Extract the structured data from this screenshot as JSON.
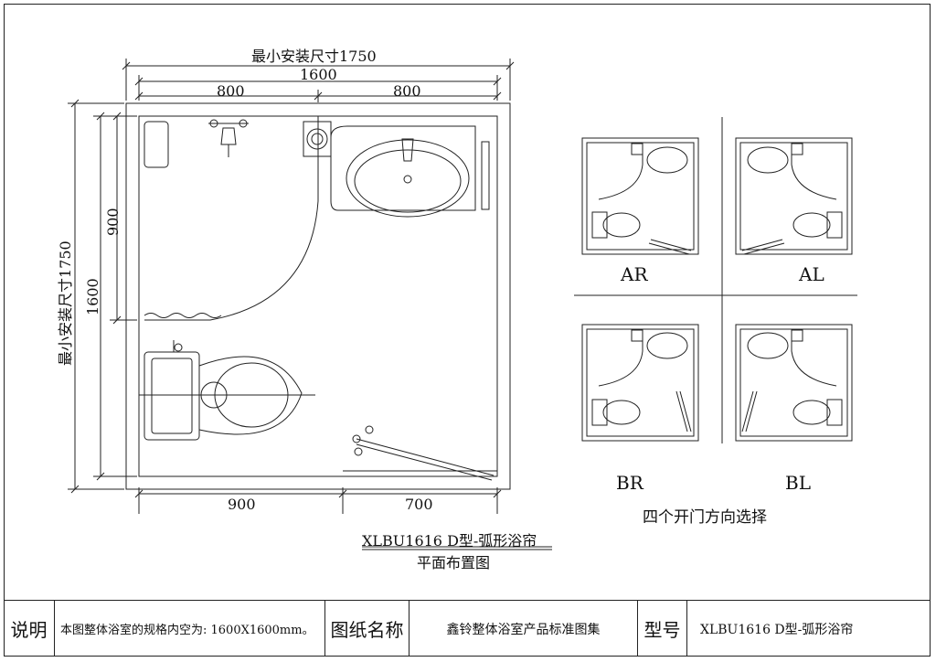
{
  "main_plan": {
    "min_install_top": "最小安装尺寸1750",
    "inner_top": "1600",
    "top_left_half": "800",
    "top_right_half": "800",
    "min_install_left": "最小安装尺寸1750",
    "inner_left": "1600",
    "left_upper": "900",
    "bottom_left": "900",
    "bottom_right": "700"
  },
  "caption": {
    "model_line": "XLBU1616 D型-弧形浴帘",
    "plan_line": "平面布置图"
  },
  "door_options": {
    "labels": [
      "AR",
      "AL",
      "BR",
      "BL"
    ],
    "caption": "四个开门方向选择"
  },
  "title_block": {
    "note_header": "说明",
    "note_text": "本图整体浴室的规格内空为: 1600X1600mm。",
    "drawing_name_header": "图纸名称",
    "drawing_name_value": "鑫铃整体浴室产品标准图集",
    "model_header": "型号",
    "model_value": "XLBU1616 D型-弧形浴帘"
  }
}
